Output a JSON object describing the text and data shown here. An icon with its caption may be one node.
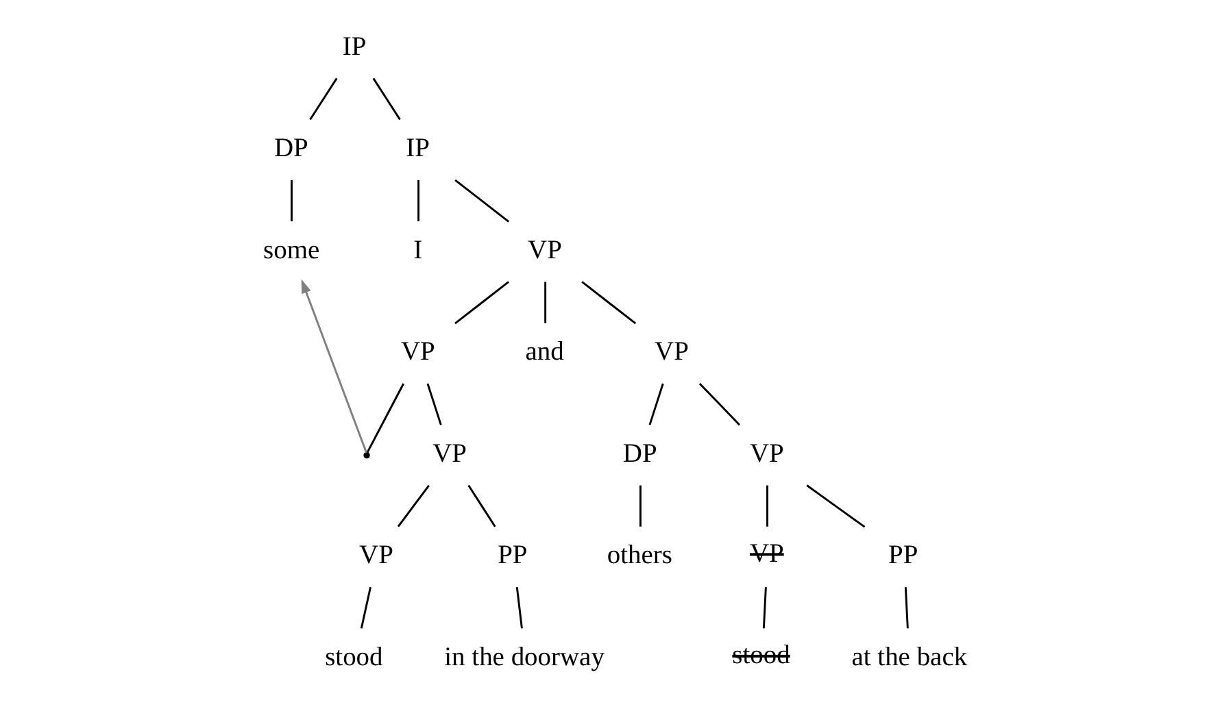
{
  "diagram": {
    "nodes": [
      {
        "text": [
          "IP"
        ]
      },
      {
        "text": [
          "DP"
        ]
      },
      {
        "text": [
          "IP"
        ]
      },
      {
        "text": [
          "some"
        ]
      },
      {
        "text": [
          "I"
        ]
      },
      {
        "text": [
          "VP"
        ]
      },
      {
        "text": [
          "VP"
        ]
      },
      {
        "text": [
          "and"
        ]
      },
      {
        "text": [
          "VP"
        ]
      },
      {
        "text": [],
        "shape": "point"
      },
      {
        "text": [
          "VP"
        ]
      },
      {
        "text": [
          "DP"
        ]
      },
      {
        "text": [
          "VP"
        ]
      },
      {
        "text": [
          "VP"
        ]
      },
      {
        "text": [
          "PP"
        ]
      },
      {
        "text": [
          "others"
        ]
      },
      {
        "text": [
          "VP"
        ]
      },
      {
        "text": [
          "PP"
        ]
      },
      {
        "text": [
          "stood"
        ]
      },
      {
        "text": [
          "in the doorway"
        ]
      },
      {
        "text": [
          "stood"
        ]
      },
      {
        "text": [
          "at the back"
        ]
      }
    ],
    "edges": [
      {
        "from": 0,
        "to": 1,
        "arrow": "none"
      },
      {
        "from": 0,
        "to": 2,
        "arrow": "none"
      },
      {
        "from": 1,
        "to": 3,
        "arrow": "none"
      },
      {
        "from": 2,
        "to": 4,
        "arrow": "none"
      },
      {
        "from": 2,
        "to": 5,
        "arrow": "none"
      },
      {
        "from": 5,
        "to": 6,
        "arrow": "none"
      },
      {
        "from": 5,
        "to": 7,
        "arrow": "none"
      },
      {
        "from": 5,
        "to": 8,
        "arrow": "none"
      },
      {
        "from": 6,
        "to": 9,
        "arrow": "none"
      },
      {
        "from": 6,
        "to": 10,
        "arrow": "none"
      },
      {
        "from": 8,
        "to": 11,
        "arrow": "none"
      },
      {
        "from": 8,
        "to": 12,
        "arrow": "none"
      },
      {
        "from": 10,
        "to": 13,
        "arrow": "none"
      },
      {
        "from": 10,
        "to": 14,
        "arrow": "none"
      },
      {
        "from": 11,
        "to": 15,
        "arrow": "none"
      },
      {
        "from": 12,
        "to": 16,
        "arrow": "none"
      },
      {
        "from": 12,
        "to": 17,
        "arrow": "none"
      },
      {
        "from": 13,
        "to": 18,
        "arrow": "none"
      },
      {
        "from": 14,
        "to": 19,
        "arrow": "none"
      },
      {
        "from": 16,
        "to": 20,
        "arrow": "none"
      },
      {
        "from": 17,
        "to": 21,
        "arrow": "none"
      },
      {
        "from": 9,
        "to": 3,
        "arrow": "to",
        "color": "#808080"
      }
    ]
  }
}
